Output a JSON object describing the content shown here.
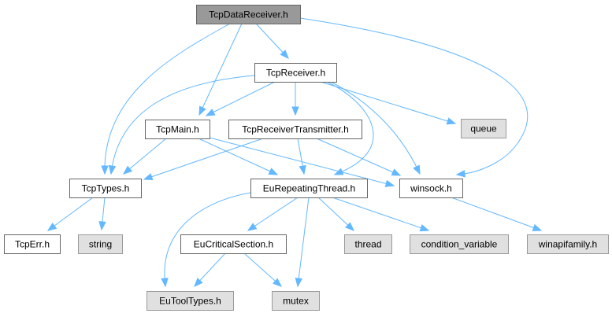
{
  "diagram": {
    "title": "Include dependency graph for TcpDataReceiver.h",
    "colors": {
      "edge": "#63b8ff",
      "root_fill": "#999999",
      "local_fill": "#ffffff",
      "system_fill": "#e0e0e0"
    },
    "nodes": [
      {
        "id": "TcpDataReceiver",
        "label": "TcpDataReceiver.h",
        "kind": "root"
      },
      {
        "id": "TcpReceiver",
        "label": "TcpReceiver.h",
        "kind": "local"
      },
      {
        "id": "TcpMain",
        "label": "TcpMain.h",
        "kind": "local"
      },
      {
        "id": "TcpReceiverTransmitter",
        "label": "TcpReceiverTransmitter.h",
        "kind": "local"
      },
      {
        "id": "queue",
        "label": "queue",
        "kind": "system"
      },
      {
        "id": "TcpTypes",
        "label": "TcpTypes.h",
        "kind": "local"
      },
      {
        "id": "EuRepeatingThread",
        "label": "EuRepeatingThread.h",
        "kind": "local"
      },
      {
        "id": "winsock",
        "label": "winsock.h",
        "kind": "local"
      },
      {
        "id": "TcpErr",
        "label": "TcpErr.h",
        "kind": "local"
      },
      {
        "id": "string",
        "label": "string",
        "kind": "system"
      },
      {
        "id": "EuCriticalSection",
        "label": "EuCriticalSection.h",
        "kind": "local"
      },
      {
        "id": "thread",
        "label": "thread",
        "kind": "system"
      },
      {
        "id": "condition_variable",
        "label": "condition_variable",
        "kind": "system"
      },
      {
        "id": "winapifamily",
        "label": "winapifamily.h",
        "kind": "system"
      },
      {
        "id": "EuToolTypes",
        "label": "EuToolTypes.h",
        "kind": "system"
      },
      {
        "id": "mutex",
        "label": "mutex",
        "kind": "system"
      }
    ],
    "edges": [
      {
        "from": "TcpDataReceiver",
        "to": "TcpReceiver"
      },
      {
        "from": "TcpDataReceiver",
        "to": "TcpMain"
      },
      {
        "from": "TcpDataReceiver",
        "to": "TcpTypes"
      },
      {
        "from": "TcpDataReceiver",
        "to": "winsock"
      },
      {
        "from": "TcpReceiver",
        "to": "TcpMain"
      },
      {
        "from": "TcpReceiver",
        "to": "TcpReceiverTransmitter"
      },
      {
        "from": "TcpReceiver",
        "to": "queue"
      },
      {
        "from": "TcpReceiver",
        "to": "TcpTypes"
      },
      {
        "from": "TcpReceiver",
        "to": "EuRepeatingThread"
      },
      {
        "from": "TcpReceiver",
        "to": "winsock"
      },
      {
        "from": "TcpMain",
        "to": "TcpTypes"
      },
      {
        "from": "TcpMain",
        "to": "EuRepeatingThread"
      },
      {
        "from": "TcpMain",
        "to": "winsock"
      },
      {
        "from": "TcpReceiverTransmitter",
        "to": "TcpTypes"
      },
      {
        "from": "TcpReceiverTransmitter",
        "to": "EuRepeatingThread"
      },
      {
        "from": "TcpReceiverTransmitter",
        "to": "winsock"
      },
      {
        "from": "TcpTypes",
        "to": "TcpErr"
      },
      {
        "from": "TcpTypes",
        "to": "string"
      },
      {
        "from": "EuRepeatingThread",
        "to": "EuCriticalSection"
      },
      {
        "from": "EuRepeatingThread",
        "to": "thread"
      },
      {
        "from": "EuRepeatingThread",
        "to": "condition_variable"
      },
      {
        "from": "EuRepeatingThread",
        "to": "mutex"
      },
      {
        "from": "EuRepeatingThread",
        "to": "EuToolTypes"
      },
      {
        "from": "winsock",
        "to": "winapifamily"
      },
      {
        "from": "EuCriticalSection",
        "to": "EuToolTypes"
      },
      {
        "from": "EuCriticalSection",
        "to": "mutex"
      }
    ]
  }
}
